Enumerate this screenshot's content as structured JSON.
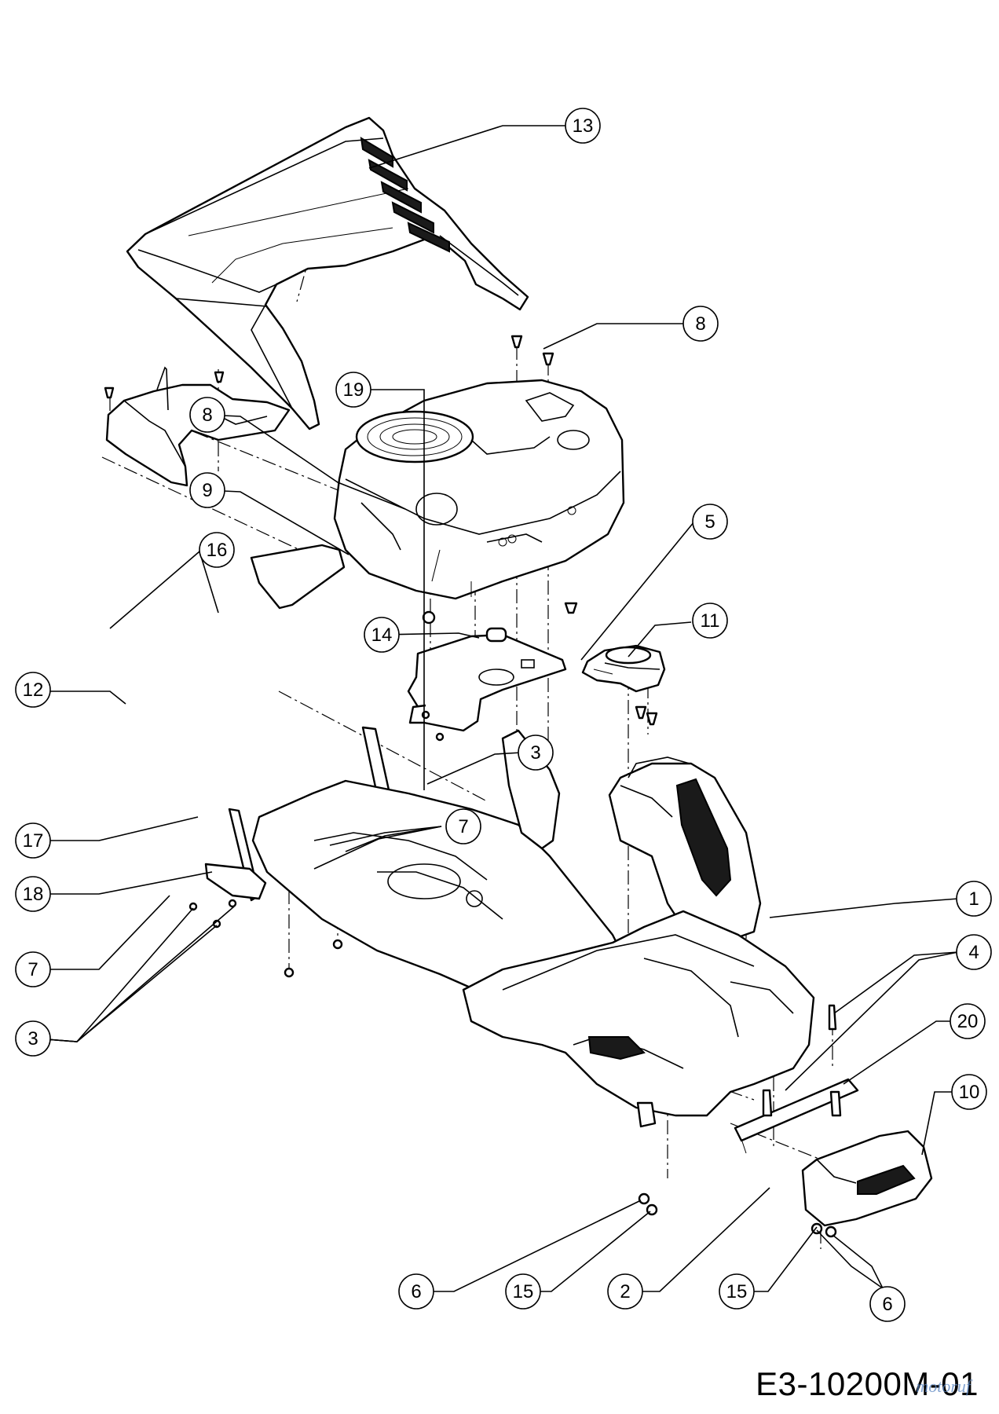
{
  "diagram": {
    "code": "E3-10200M-01",
    "watermark": "motoruf"
  },
  "callouts": [
    {
      "key": "c13",
      "label": "13"
    },
    {
      "key": "c8a",
      "label": "8"
    },
    {
      "key": "c8b",
      "label": "8"
    },
    {
      "key": "c9",
      "label": "9"
    },
    {
      "key": "c16",
      "label": "16"
    },
    {
      "key": "c5",
      "label": "5"
    },
    {
      "key": "c11",
      "label": "11"
    },
    {
      "key": "c14",
      "label": "14"
    },
    {
      "key": "c12",
      "label": "12"
    },
    {
      "key": "c19",
      "label": "19"
    },
    {
      "key": "c3a",
      "label": "3"
    },
    {
      "key": "c7a",
      "label": "7"
    },
    {
      "key": "c17",
      "label": "17"
    },
    {
      "key": "c18",
      "label": "18"
    },
    {
      "key": "c1",
      "label": "1"
    },
    {
      "key": "c4",
      "label": "4"
    },
    {
      "key": "c7b",
      "label": "7"
    },
    {
      "key": "c20",
      "label": "20"
    },
    {
      "key": "c10",
      "label": "10"
    },
    {
      "key": "c3b",
      "label": "3"
    },
    {
      "key": "c6a",
      "label": "6"
    },
    {
      "key": "c15a",
      "label": "15"
    },
    {
      "key": "c2",
      "label": "2"
    },
    {
      "key": "c15b",
      "label": "15"
    },
    {
      "key": "c6b",
      "label": "6"
    }
  ]
}
